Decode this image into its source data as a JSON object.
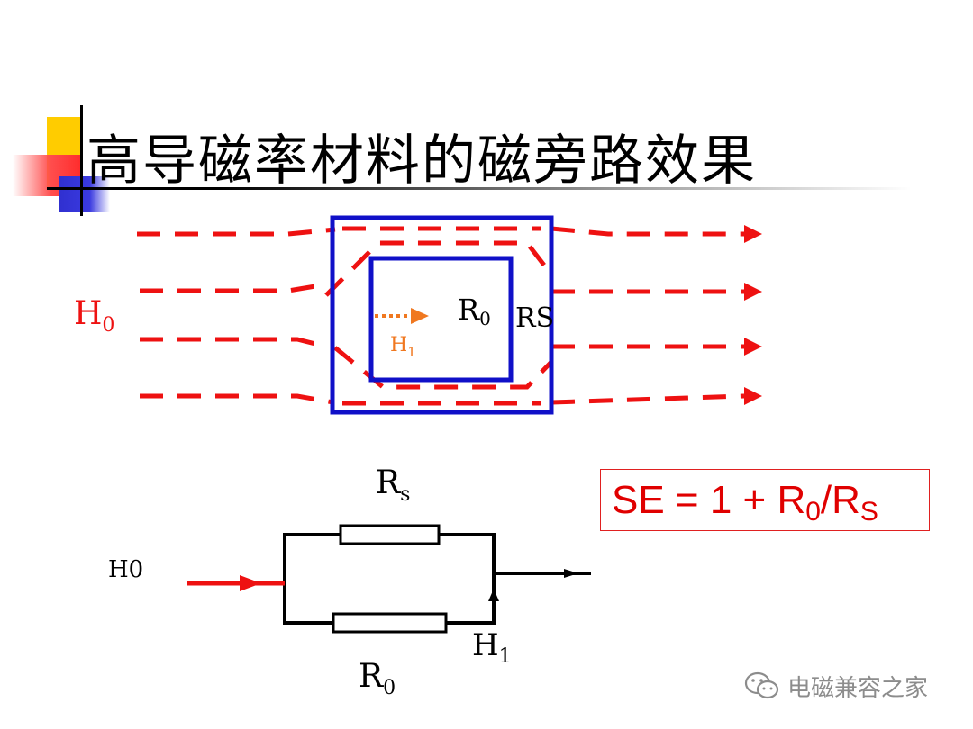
{
  "title": "高导磁率材料的磁旁路效果",
  "colors": {
    "field": "#ee1111",
    "shield": "#1010c8",
    "inner_field": "#f07820",
    "wire": "#000000",
    "formula": "#e00000",
    "watermark": "#8c8c8c"
  },
  "top_diagram": {
    "h0": {
      "base": "H",
      "sub": "0"
    },
    "r0": {
      "base": "R",
      "sub": "0"
    },
    "rs": "RS",
    "h1": {
      "base": "H",
      "sub": "1"
    }
  },
  "circuit": {
    "rs": {
      "base": "R",
      "sub": "s"
    },
    "h0": "H0",
    "h1": {
      "base": "H",
      "sub": "1"
    },
    "r0": {
      "base": "R",
      "sub": "0"
    }
  },
  "formula": {
    "lhs": "SE = 1 + R",
    "sub0": "0",
    "mid": "/R",
    "subS": "S"
  },
  "watermark": {
    "text": "电磁兼容之家",
    "icon": "wechat-icon"
  }
}
